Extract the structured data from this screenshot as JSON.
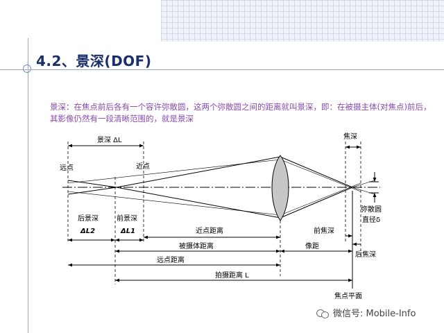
{
  "slide": {
    "title": "4.2、景深(DOF)",
    "description": "景深：在焦点前后各有一个容许弥散圆，这两个弥散圆之间的距离就叫景深，即：在被摄主体(对焦点)前后，其影像仍然有一段清晰范围的，就是景深",
    "watermark": "微信号: Mobile-Info"
  },
  "diagram": {
    "labels": {
      "depth_of_field": "景深 ΔL",
      "far_point": "远点",
      "near_point": "近点",
      "focal_depth": "焦深",
      "rear_dof": "后景深",
      "rear_dof_symbol": "ΔL2",
      "front_dof": "前景深",
      "front_dof_symbol": "ΔL1",
      "near_point_distance": "近点距离",
      "subject_distance": "被摄体距离",
      "far_point_distance": "远点距离",
      "shooting_distance": "拍摄距离 L",
      "image_distance": "像距",
      "front_focal_depth": "前焦深",
      "rear_focal_depth": "后焦深",
      "circle_of_confusion": "弥散圆",
      "circle_diameter": "直径δ",
      "focal_plane": "焦点平面"
    }
  },
  "colors": {
    "title": "#1a2f6b",
    "description": "#8a4bb0",
    "lens_fill": "#c7c7c7",
    "line": "#000000"
  }
}
